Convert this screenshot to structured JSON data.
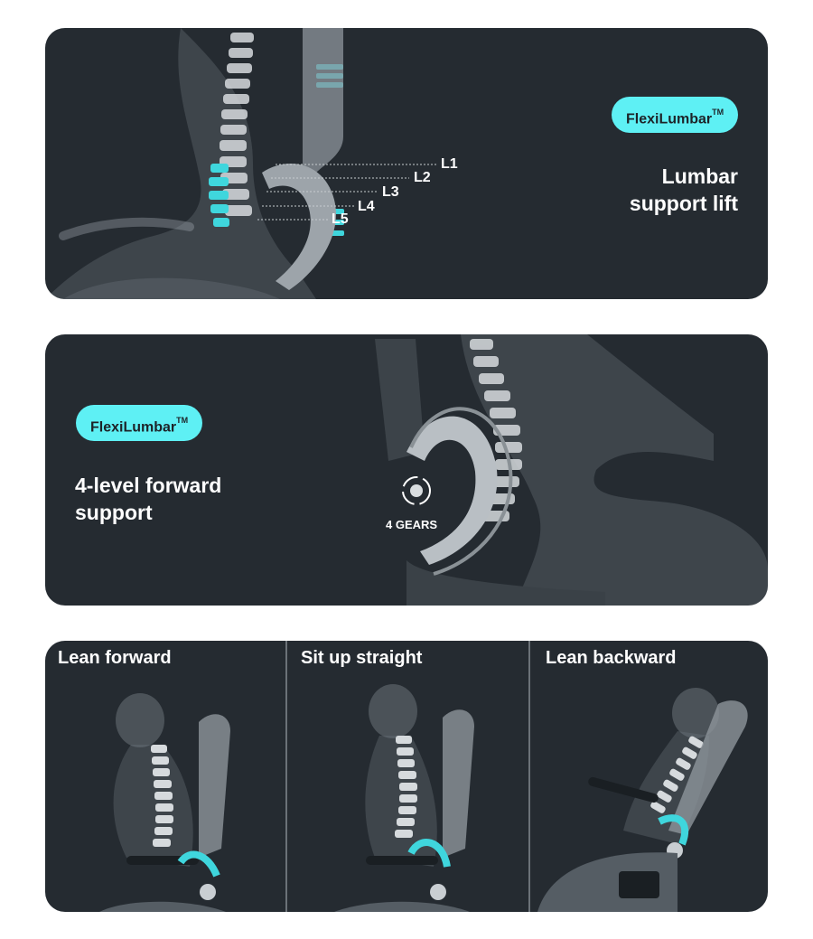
{
  "section1": {
    "badge": "FlexiLumbar",
    "badge_sup": "TM",
    "heading_line1": "Lumbar",
    "heading_line2": "support lift",
    "levels": [
      "L1",
      "L2",
      "L3",
      "L4",
      "L5"
    ]
  },
  "section2": {
    "badge": "FlexiLumbar",
    "badge_sup": "TM",
    "heading_line1": "4-level forward",
    "heading_line2": "support",
    "gears_label": "4 GEARS"
  },
  "section3": {
    "columns": [
      "Lean forward",
      "Sit up straight",
      "Lean backward"
    ]
  },
  "colors": {
    "panel_bg": "#252b31",
    "accent": "#5ef0f4",
    "text": "#ffffff"
  }
}
